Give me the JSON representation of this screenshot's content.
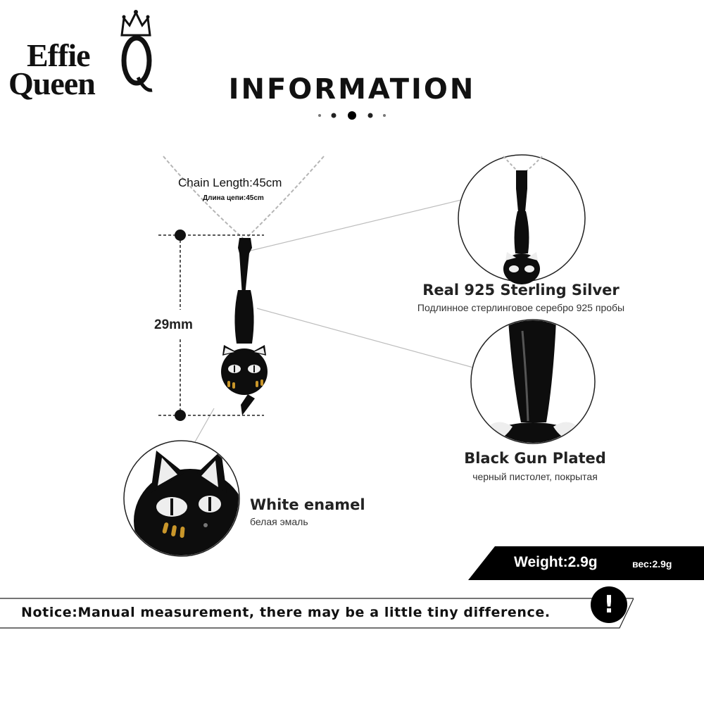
{
  "brand": {
    "line1": "Effie",
    "line2": "Queen"
  },
  "header": {
    "title": "INFORMATION"
  },
  "chain": {
    "label_en": "Chain Length:45cm",
    "label_ru": "Длина цепи:45cm"
  },
  "dimension": {
    "label": "29mm"
  },
  "features": [
    {
      "title": "Real 925  Sterling  Silver",
      "subtitle": "Подлинное стерлинговое серебро 925 пробы"
    },
    {
      "title": "Black Gun Plated",
      "subtitle": "черный пистолет, покрытая"
    },
    {
      "title": "White enamel",
      "subtitle": "белая эмаль"
    }
  ],
  "weight": {
    "label_en": "Weight:2.9g",
    "label_ru": "вес:2.9g"
  },
  "notice": {
    "text": "Notice:Manual measurement, there may be a little tiny difference.",
    "icon_symbol": "!"
  },
  "colors": {
    "pendant": "#0d0d0d",
    "gold": "#c9962a",
    "enamel": "#eeeeee",
    "banner": "#000000"
  },
  "icons": [
    "crown-icon",
    "exclamation-icon"
  ]
}
